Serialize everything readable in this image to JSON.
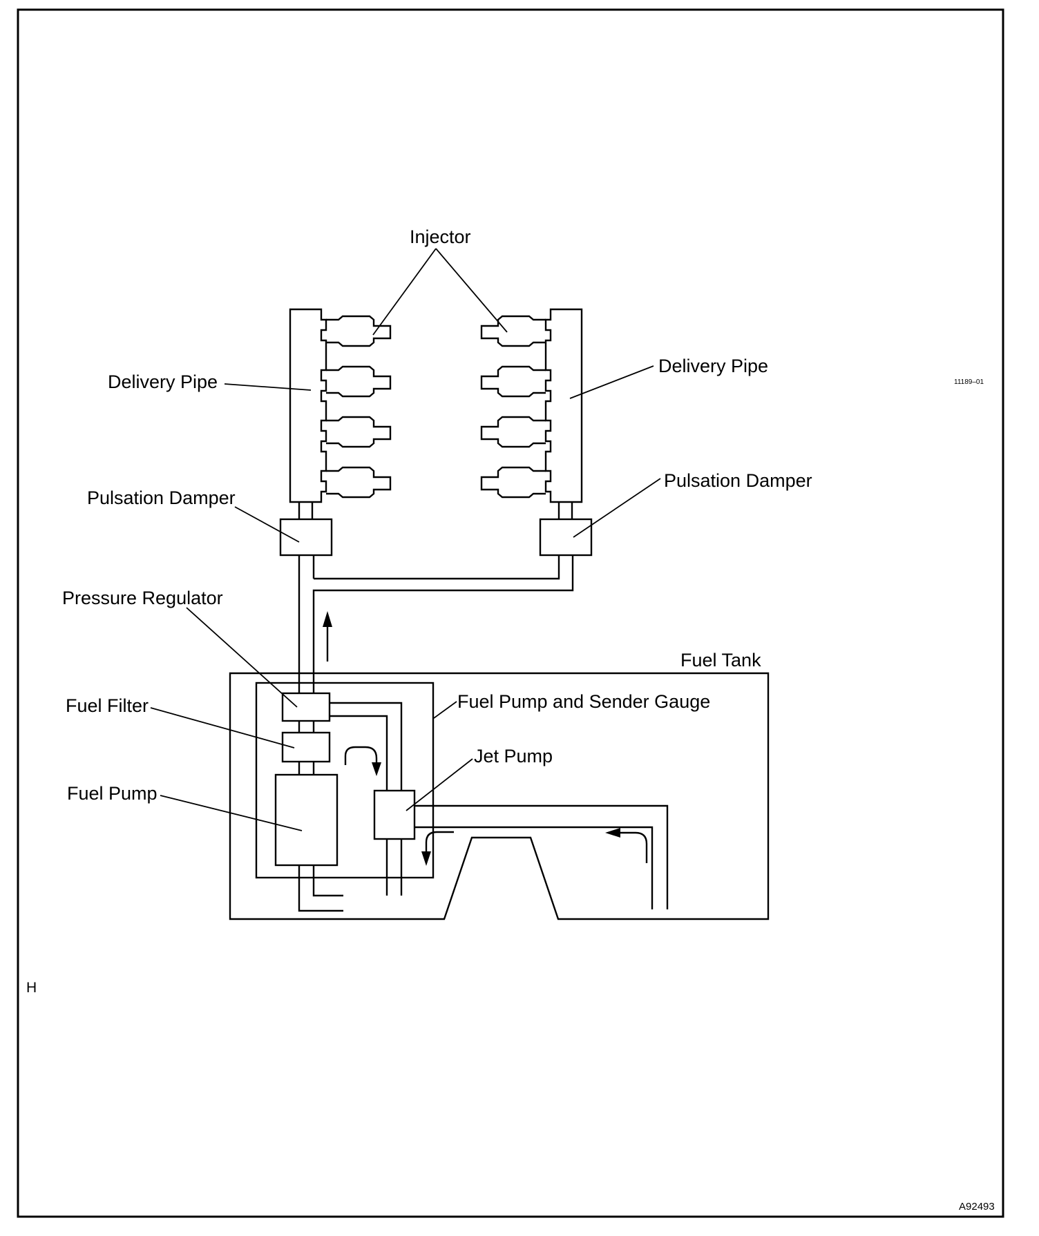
{
  "labels": {
    "injector": "Injector",
    "delivery_pipe_left": "Delivery Pipe",
    "delivery_pipe_right": "Delivery Pipe",
    "pulsation_damper_left": "Pulsation Damper",
    "pulsation_damper_right": "Pulsation Damper",
    "pressure_regulator": "Pressure Regulator",
    "fuel_tank": "Fuel Tank",
    "fuel_pump_and_sender_gauge": "Fuel Pump and Sender Gauge",
    "fuel_filter": "Fuel Filter",
    "jet_pump": "Jet Pump",
    "fuel_pump": "Fuel Pump"
  },
  "codes": {
    "ref_number": "11189–01",
    "figure_id": "A92493",
    "margin_mark": "H"
  }
}
